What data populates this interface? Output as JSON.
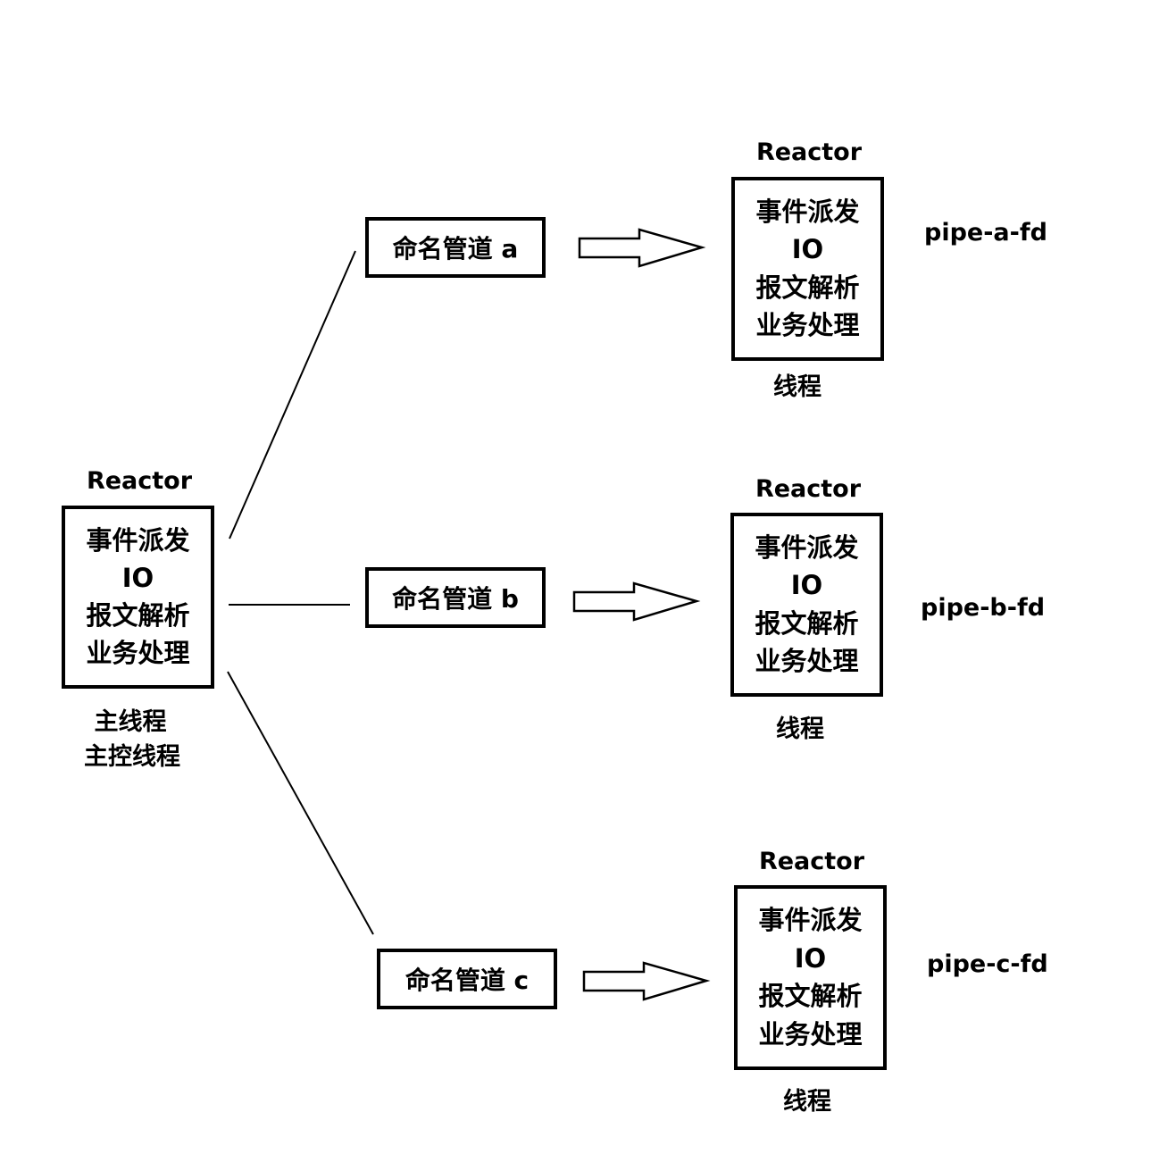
{
  "main_thread": {
    "header": "Reactor",
    "lines": [
      "事件派发",
      "IO",
      "报文解析",
      "业务处理"
    ],
    "caption_line1": "主线程",
    "caption_line2": "主控线程"
  },
  "pipes": [
    {
      "label": "命名管道 a"
    },
    {
      "label": "命名管道  b"
    },
    {
      "label": "命名管道  c"
    }
  ],
  "workers": [
    {
      "header": "Reactor",
      "lines": [
        "事件派发",
        "IO",
        "报文解析",
        "业务处理"
      ],
      "caption": "线程",
      "fd_label": "pipe-a-fd"
    },
    {
      "header": "Reactor",
      "lines": [
        "事件派发",
        "IO",
        "报文解析",
        "业务处理"
      ],
      "caption": "线程",
      "fd_label": "pipe-b-fd"
    },
    {
      "header": "Reactor",
      "lines": [
        "事件派发",
        "IO",
        "报文解析",
        "业务处理"
      ],
      "caption": "线程",
      "fd_label": "pipe-c-fd"
    }
  ]
}
